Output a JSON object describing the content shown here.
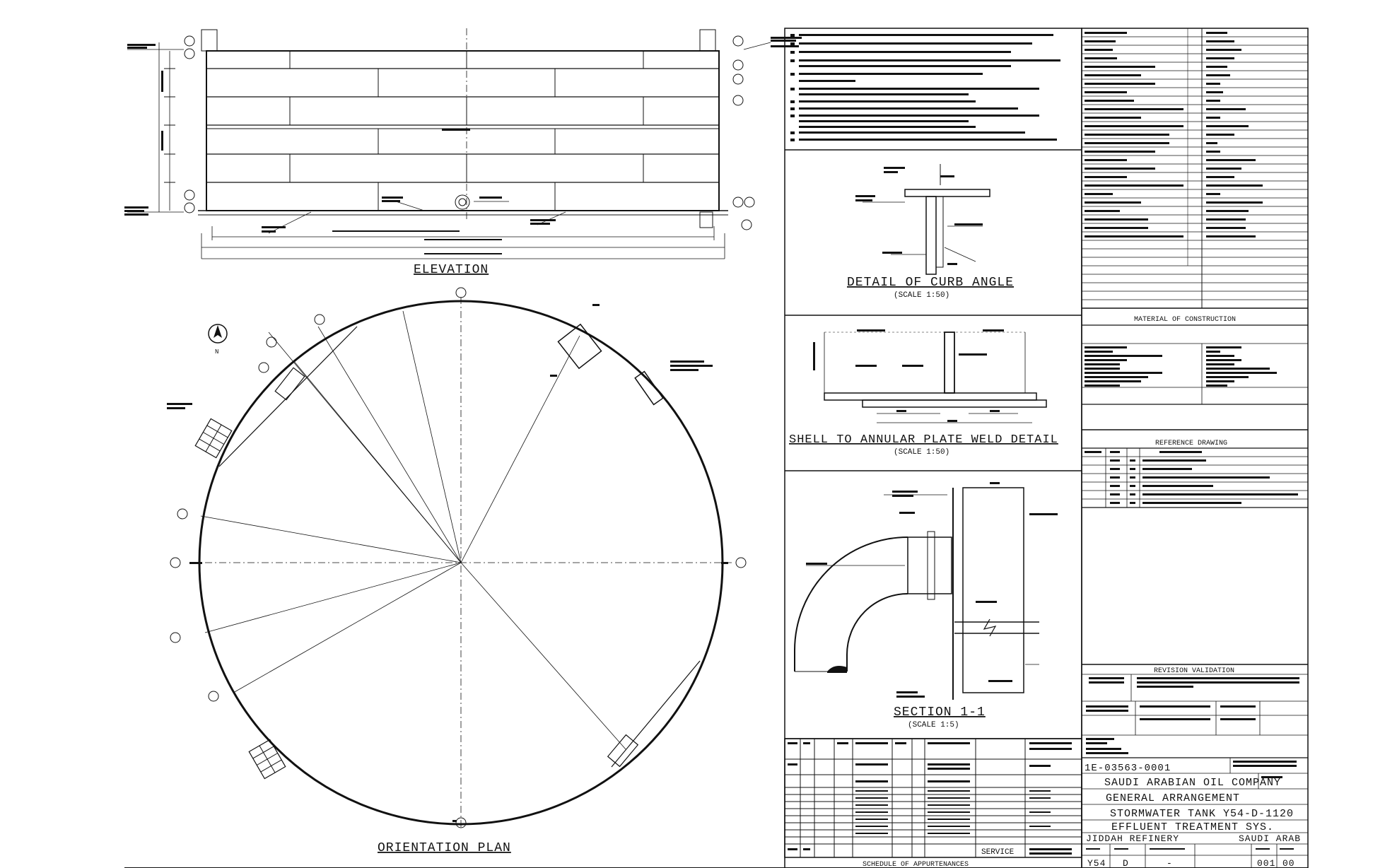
{
  "elevation": {
    "title": "ELEVATION"
  },
  "orientation_plan": {
    "title": "ORIENTATION PLAN",
    "north": "N"
  },
  "details": {
    "curb_angle": {
      "title": "DETAIL OF CURB ANGLE",
      "scale": "(SCALE 1:50)"
    },
    "shell_weld": {
      "title": "SHELL TO ANNULAR PLATE WELD DETAIL",
      "scale": "(SCALE 1:50)"
    },
    "section": {
      "title": "SECTION 1-1",
      "scale": "(SCALE 1:5)"
    }
  },
  "schedule": {
    "title": "SCHEDULE OF APPURTENANCES",
    "service_header": "SERVICE"
  },
  "panels": {
    "material": "MATERIAL OF CONSTRUCTION",
    "reference": "REFERENCE DRAWING",
    "revision": "REVISION VALIDATION"
  },
  "title_block": {
    "drawing_number": "1E-03563-0001",
    "company": "SAUDI ARABIAN OIL COMPANY",
    "line1": "GENERAL ARRANGEMENT",
    "line2": "STORMWATER TANK Y54-D-1120",
    "line3": "EFFLUENT TREATMENT SYS.",
    "plant": "JIDDAH REFINERY",
    "country": "SAUDI ARAB",
    "plant_code": "Y54",
    "index": "D",
    "dash": "-",
    "sheet": "001",
    "rev": "00"
  }
}
